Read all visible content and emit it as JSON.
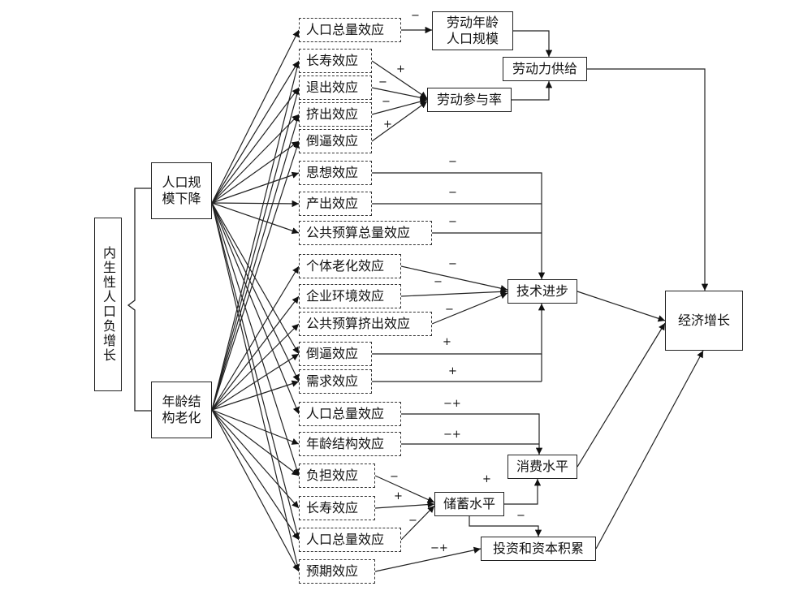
{
  "root": "内生性人口负增长",
  "causes": {
    "scale": "人口规\n模下降",
    "aging": "年龄结\n构老化"
  },
  "effects": {
    "e1": "人口总量效应",
    "e2": "长寿效应",
    "e3": "退出效应",
    "e4": "挤出效应",
    "e5": "倒逼效应",
    "e6": "思想效应",
    "e7": "产出效应",
    "e8": "公共预算总量效应",
    "e9": "个体老化效应",
    "e10": "企业环境效应",
    "e11": "公共预算挤出效应",
    "e12": "倒逼效应",
    "e13": "需求效应",
    "e14": "人口总量效应",
    "e15": "年龄结构效应",
    "e16": "负担效应",
    "e17": "长寿效应",
    "e18": "人口总量效应",
    "e19": "预期效应"
  },
  "intermediates": {
    "labor_age_pop": "劳动年龄\n人口规模",
    "labor_participation": "劳动参与率",
    "labor_supply": "劳动力供给",
    "tech_progress": "技术进步",
    "consumption": "消费水平",
    "savings": "储蓄水平",
    "investment": "投资和资本积累"
  },
  "outcome": "经济增长",
  "signs": {
    "s1": "−",
    "s2": "+",
    "s3": "−",
    "s4": "−",
    "s5": "+",
    "s6": "−",
    "s7": "−",
    "s8": "−",
    "s9": "−",
    "s10": "−",
    "s11": "−",
    "s12": "+",
    "s13": "+",
    "s14": "−+",
    "s15": "−+",
    "s16": "−",
    "s17": "+",
    "s18": "−",
    "s19": "−",
    "s20": "+",
    "s21": "−+"
  }
}
